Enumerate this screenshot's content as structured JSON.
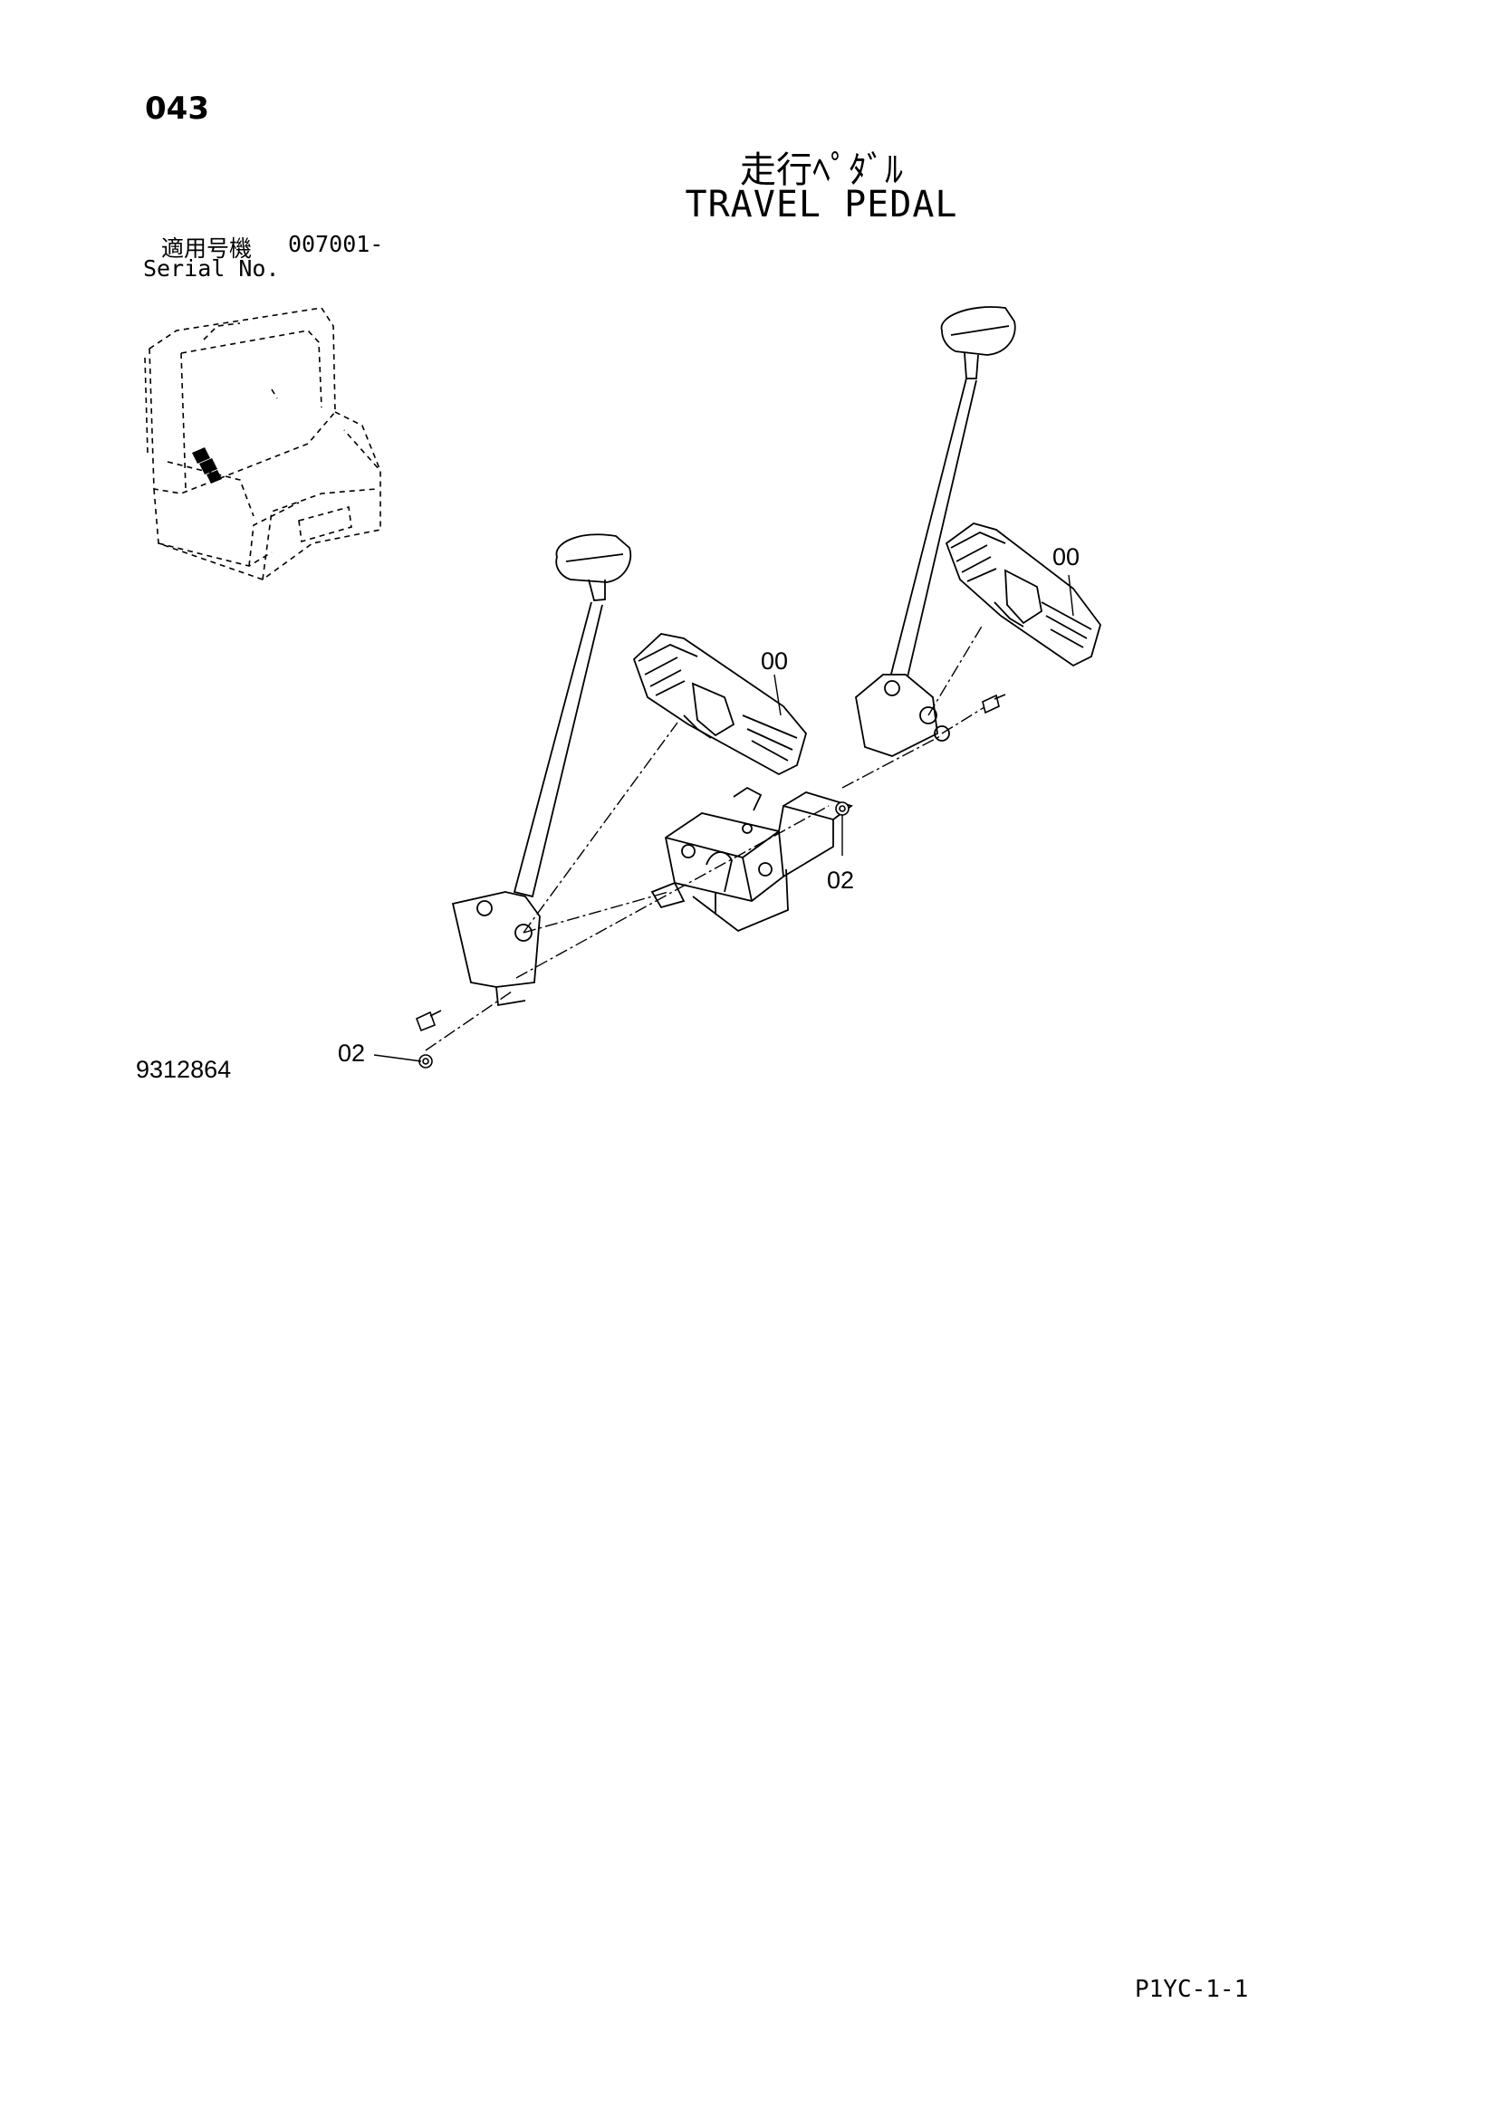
{
  "header": {
    "page_number": "043",
    "title_jp": "走行ﾍﾟﾀﾞﾙ",
    "title_en": "TRAVEL PEDAL"
  },
  "serial": {
    "label_jp": "適用号機",
    "value": "007001-",
    "label_en": "Serial No."
  },
  "callouts": {
    "pedal_left": "00",
    "pedal_right": "00",
    "bolt_right": "02",
    "bolt_left": "02"
  },
  "footer": {
    "drawing_number": "9312864",
    "page_code": "P1YC-1-1"
  }
}
